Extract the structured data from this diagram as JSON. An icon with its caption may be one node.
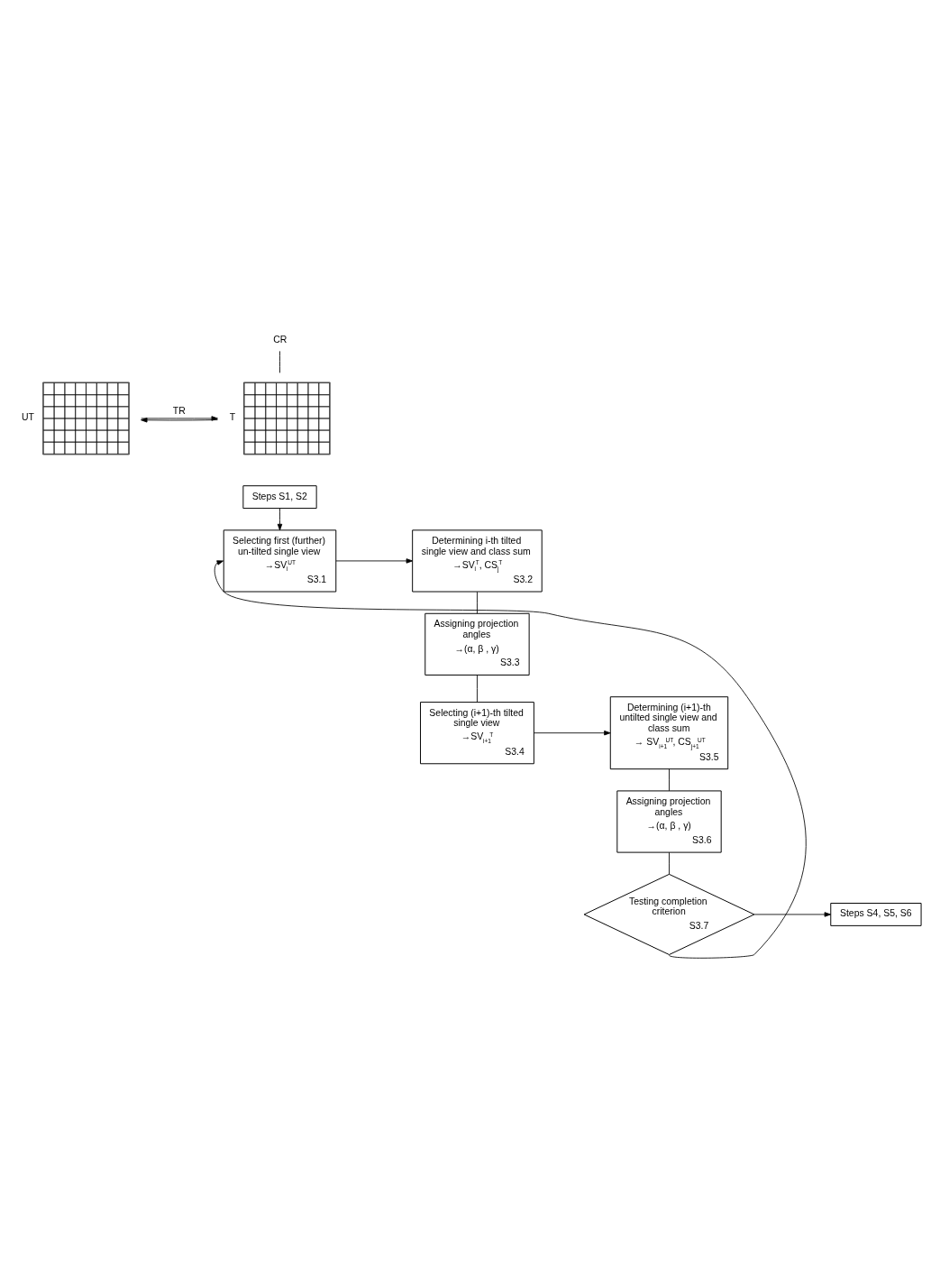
{
  "diagram": {
    "nodes": [
      {
        "text": [],
        "shape": "picture",
        "beside": [
          "UT"
        ]
      },
      {
        "text": [],
        "shape": "picture",
        "beside": [
          "T"
        ]
      },
      {
        "text": [
          "CR"
        ]
      },
      {
        "text": [
          "Steps S1, S2"
        ]
      },
      {
        "text": [
          "Selecting first (further) un-tilted single view",
          "→SV$_{i}$$^{UT}$",
          "S3.1"
        ]
      },
      {
        "text": [
          "Determining i-th tilted single view and class sum",
          "→SV$_{i}$$^{T}$, CS$_{j}$$^{T}$",
          "S3.2"
        ]
      },
      {
        "text": [
          "Assigning projection angles",
          "→(α, β , γ)",
          "S3.3"
        ]
      },
      {
        "text": [
          "Selecting (i+1)-th tilted single view",
          "→SV$_{i+1}$$^{T}$",
          "S3.4"
        ]
      },
      {
        "text": [
          "Determining (i+1)-th untilted single view and class sum",
          "→ SV$_{i+1}$$^{UT}$, CS$_{j+1}$$^{UT}$",
          "S3.5"
        ]
      },
      {
        "text": [
          "Assigning projection angles",
          "→(α, β , γ)",
          "S3.6"
        ]
      },
      {
        "text": [
          "Testing completion criterion",
          "S3.7"
        ]
      },
      {
        "text": [
          "Steps S4, S5, S6"
        ]
      }
    ],
    "edges": [
      {
        "from": 0,
        "to": 1,
        "arrow": "to",
        "label": "TR"
      },
      {
        "from": 1,
        "to": 0,
        "arrow": "to"
      },
      {
        "from": 2,
        "to": 1,
        "arrow": "none"
      },
      {
        "from": 3,
        "to": 4,
        "arrow": "to"
      },
      {
        "from": 4,
        "to": 5,
        "arrow": "to"
      },
      {
        "from": 5,
        "to": 6,
        "arrow": "none"
      },
      {
        "from": 6,
        "to": 7,
        "arrow": "none"
      },
      {
        "from": 7,
        "to": 8,
        "arrow": "to"
      },
      {
        "from": 8,
        "to": 9,
        "arrow": "none"
      },
      {
        "from": 9,
        "to": 10,
        "arrow": "none"
      },
      {
        "from": 10,
        "to": 11,
        "arrow": "to"
      },
      {
        "from": 10,
        "to": 4,
        "arrow": "to"
      }
    ]
  }
}
